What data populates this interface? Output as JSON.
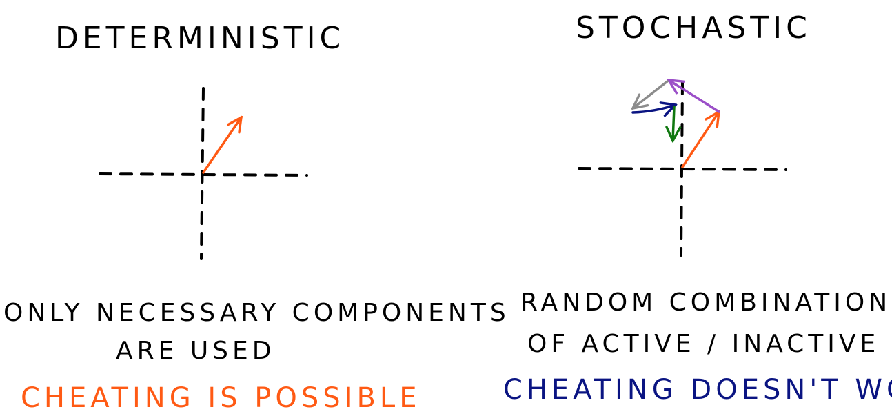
{
  "left": {
    "title": "DETERMINISTIC",
    "caption_line1": "ONLY NECESSARY COMPONENTS",
    "caption_line2": "ARE USED",
    "verdict": "CHEATING IS POSSIBLE"
  },
  "right": {
    "title": "STOCHASTIC",
    "caption_line1": "RANDOM COMBINATION",
    "caption_line2": "OF ACTIVE / INACTIVE",
    "verdict": "CHEATING DOESN'T WORK"
  },
  "colors": {
    "orange": "#ff5a14",
    "purple": "#9b4fc8",
    "gray": "#8c8c8c",
    "navy": "#0a1482",
    "green": "#107810"
  }
}
